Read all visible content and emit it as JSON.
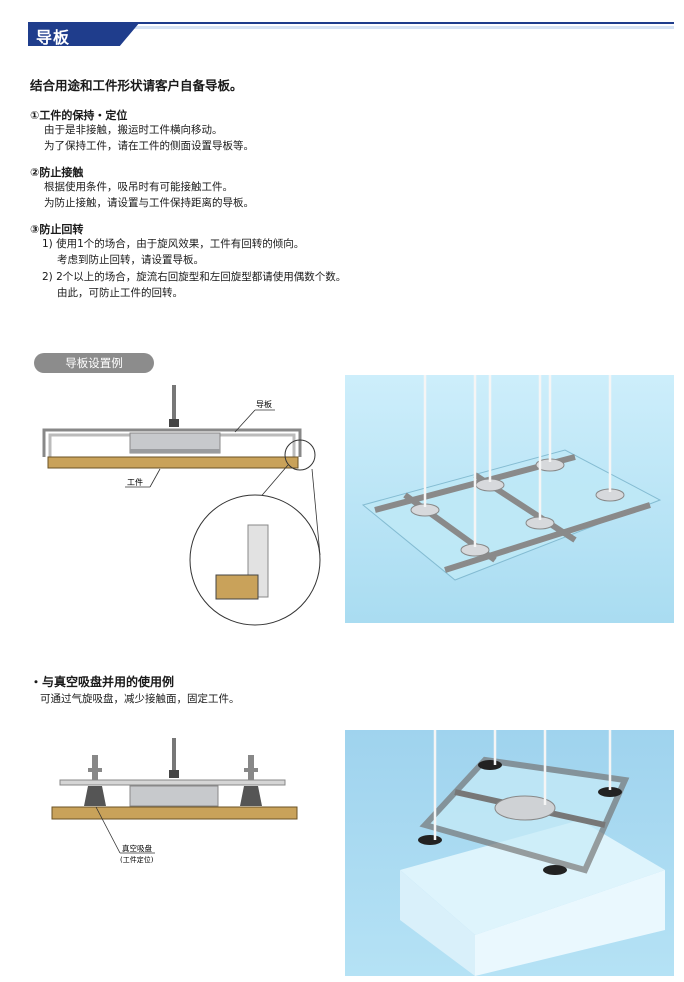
{
  "header": {
    "title": "导板"
  },
  "lead": "结合用途和工件形状请客户自备导板。",
  "sections": [
    {
      "title": "①工件的保持・定位",
      "lines": [
        "由于是非接触，搬运时工件横向移动。",
        "为了保持工件，请在工件的侧面设置导板等。"
      ]
    },
    {
      "title": "②防止接触",
      "lines": [
        "根据使用条件，吸吊时有可能接触工件。",
        "为防止接触，请设置与工件保持距离的导板。"
      ]
    },
    {
      "title": "③防止回转",
      "lines": [
        "1) 使用1个的场合，由于旋风效果，工件有回转的倾向。",
        "考虑到防止回转，请设置导板。",
        "2) 2个以上的场合，旋流右回旋型和左回旋型都请使用偶数个数。",
        "由此，可防止工件的回转。"
      ]
    }
  ],
  "example": {
    "pill": "导板设置例",
    "label_guide": "导板",
    "label_work": "工件"
  },
  "vacuum": {
    "title": "・与真空吸盘并用的使用例",
    "body": "可通过气旋吸盘，减少接触面，固定工件。",
    "label_line1": "真空吸盘",
    "label_line2": "(工件定位)"
  },
  "colors": {
    "brand": "#1f3d8c",
    "wood": "#c9a25a",
    "glass": "#aee0f4",
    "frame": "#8c8c8c"
  }
}
